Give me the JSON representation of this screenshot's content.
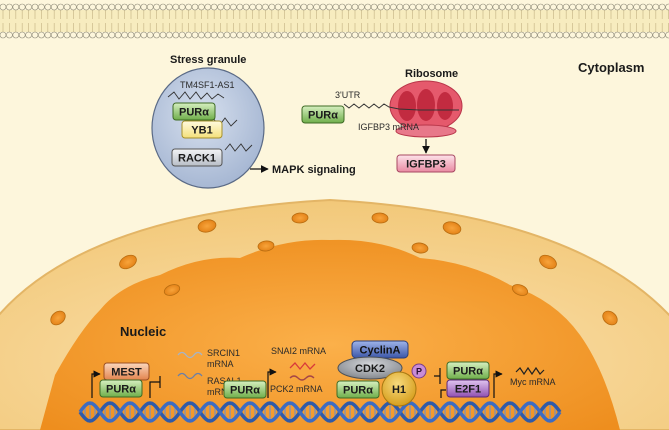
{
  "labels": {
    "cytoplasm": "Cytoplasm",
    "nucleic": "Nucleic",
    "stress_granule": "Stress granule",
    "ribosome": "Ribosome",
    "mapk": "MAPK signaling",
    "utr": "3'UTR",
    "tm4sf1": "TM4SF1-AS1",
    "igfbp3_mrna": "IGFBP3 mRNA",
    "srcin1_mrna_1": "SRCIN1",
    "srcin1_mrna_2": "mRNA",
    "rasal1_mrna_1": "RASAL1",
    "rasal1_mrna_2": "mRNA",
    "snai2_mrna": "SNAI2 mRNA",
    "pck2_mrna": "PCK2 mRNA",
    "myc_mrna": "Myc mRNA"
  },
  "proteins": {
    "pura": "PURα",
    "yb1": "YB1",
    "rack1": "RACK1",
    "igfbp3": "IGFBP3",
    "mest": "MEST",
    "cyclina": "CyclinA",
    "cdk2": "CDK2",
    "h1": "H1",
    "phospho": "P",
    "e2f1": "E2F1"
  },
  "colors": {
    "cytoplasm_bg": "#fdf6dc",
    "nucleus_outer": "#f6d79a",
    "nucleus_inner": "#f39a2a",
    "pura_green": "#8fc36a",
    "yb1_yellow": "#fff2a8",
    "rack1_gray": "#d9dde3",
    "stress_granule": "#b9c7dd",
    "ribosome": "#e5596c",
    "igfbp3_pink": "#f2a9bb",
    "mest_orange": "#f0a070",
    "cyclina_blue": "#4a66b8",
    "cdk2_gray": "#8a8d92",
    "h1_gold": "#e6b42a",
    "e2f1_purple": "#9b59b6",
    "dna_blue": "#2f5aa8"
  }
}
